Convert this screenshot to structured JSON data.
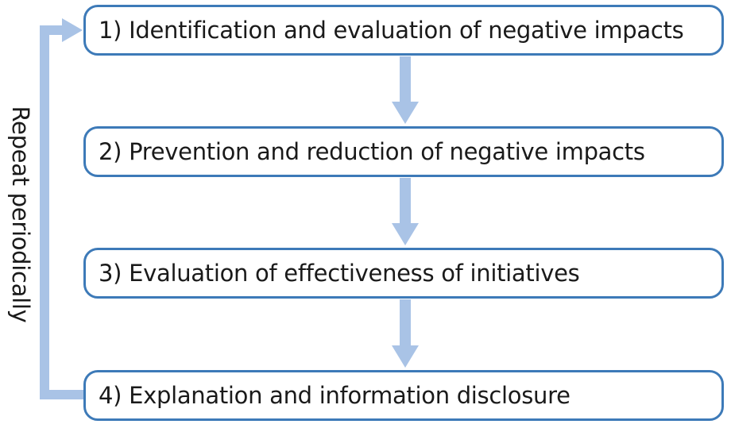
{
  "steps": [
    {
      "label": "1) Identification and evaluation of negative impacts"
    },
    {
      "label": "2) Prevention and reduction of negative impacts"
    },
    {
      "label": "3) Evaluation of effectiveness of initiatives"
    },
    {
      "label": "4) Explanation and information disclosure"
    }
  ],
  "loop_label": "Repeat periodically",
  "colors": {
    "box_border": "#3d7ab8",
    "arrow": "#a9c3e6",
    "text": "#1a1a1a"
  }
}
